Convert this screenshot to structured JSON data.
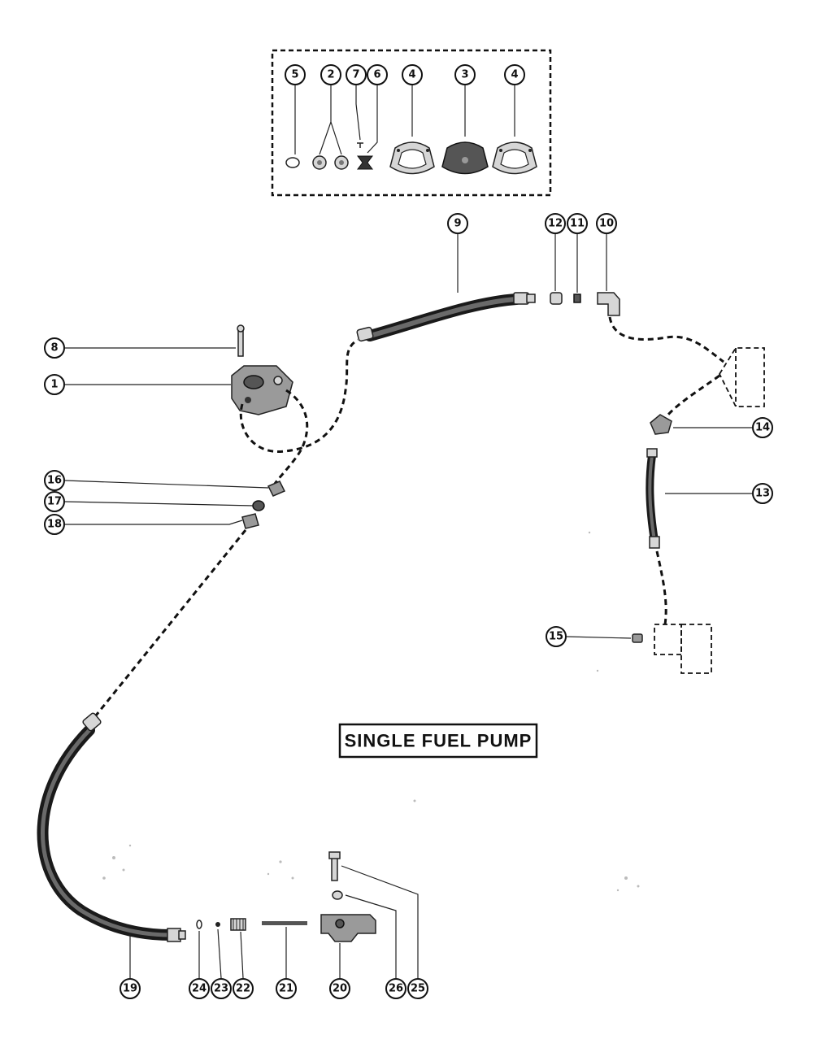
{
  "diagram": {
    "title": "SINGLE FUEL PUMP",
    "callouts": [
      "1",
      "2",
      "3",
      "4",
      "4",
      "5",
      "6",
      "7",
      "8",
      "9",
      "10",
      "11",
      "12",
      "13",
      "14",
      "15",
      "16",
      "17",
      "18",
      "19",
      "20",
      "21",
      "22",
      "23",
      "24",
      "25",
      "26"
    ]
  }
}
